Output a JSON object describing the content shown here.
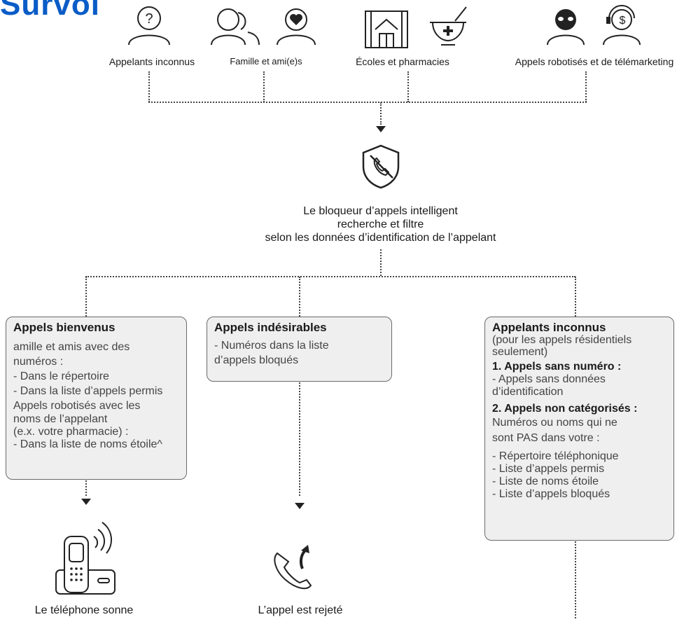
{
  "title": "Survol",
  "callers": {
    "unknown": "Appelants inconnus",
    "family": "Famille et ami(e)s",
    "schools": "Écoles et pharmacies",
    "robo": "Appels robotisés et de télémarketing"
  },
  "center": {
    "line1": "Le bloqueur d’appels intelligent",
    "line2": "recherche et filtre",
    "line3": "selon les données d’identification de l’appelant"
  },
  "welcome": {
    "heading": "Appels bienvenus",
    "lines": [
      "amille et amis avec des",
      "numéros :",
      "- Dans le répertoire",
      "- Dans la liste d’appels permis",
      "Appels robotisés avec les",
      "noms de l’appelant",
      "(e.x.  votre pharmacie) :",
      "- Dans la liste de noms étoile^"
    ]
  },
  "unwanted": {
    "heading": "Appels indésirables",
    "lines": [
      "- Numéros dans la liste",
      "d’appels bloqués"
    ]
  },
  "unknown": {
    "heading": "Appelants inconnus",
    "sub": [
      "(pour les appels résidentiels",
      "seulement)"
    ],
    "h1": "1. Appels sans numéro :",
    "l1": [
      "- Appels sans données",
      "d’identification"
    ],
    "h2": "2. Appels non catégorisés :",
    "l2": [
      "Numéros ou noms qui ne",
      "sont PAS dans votre :"
    ],
    "l3": [
      "- Répertoire téléphonique",
      "- Liste d’appels permis",
      "- Liste de noms étoile",
      "- Liste d’appels bloqués"
    ]
  },
  "outcomes": {
    "rings": "Le téléphone sonne",
    "rejected": "L’appel est rejeté"
  }
}
